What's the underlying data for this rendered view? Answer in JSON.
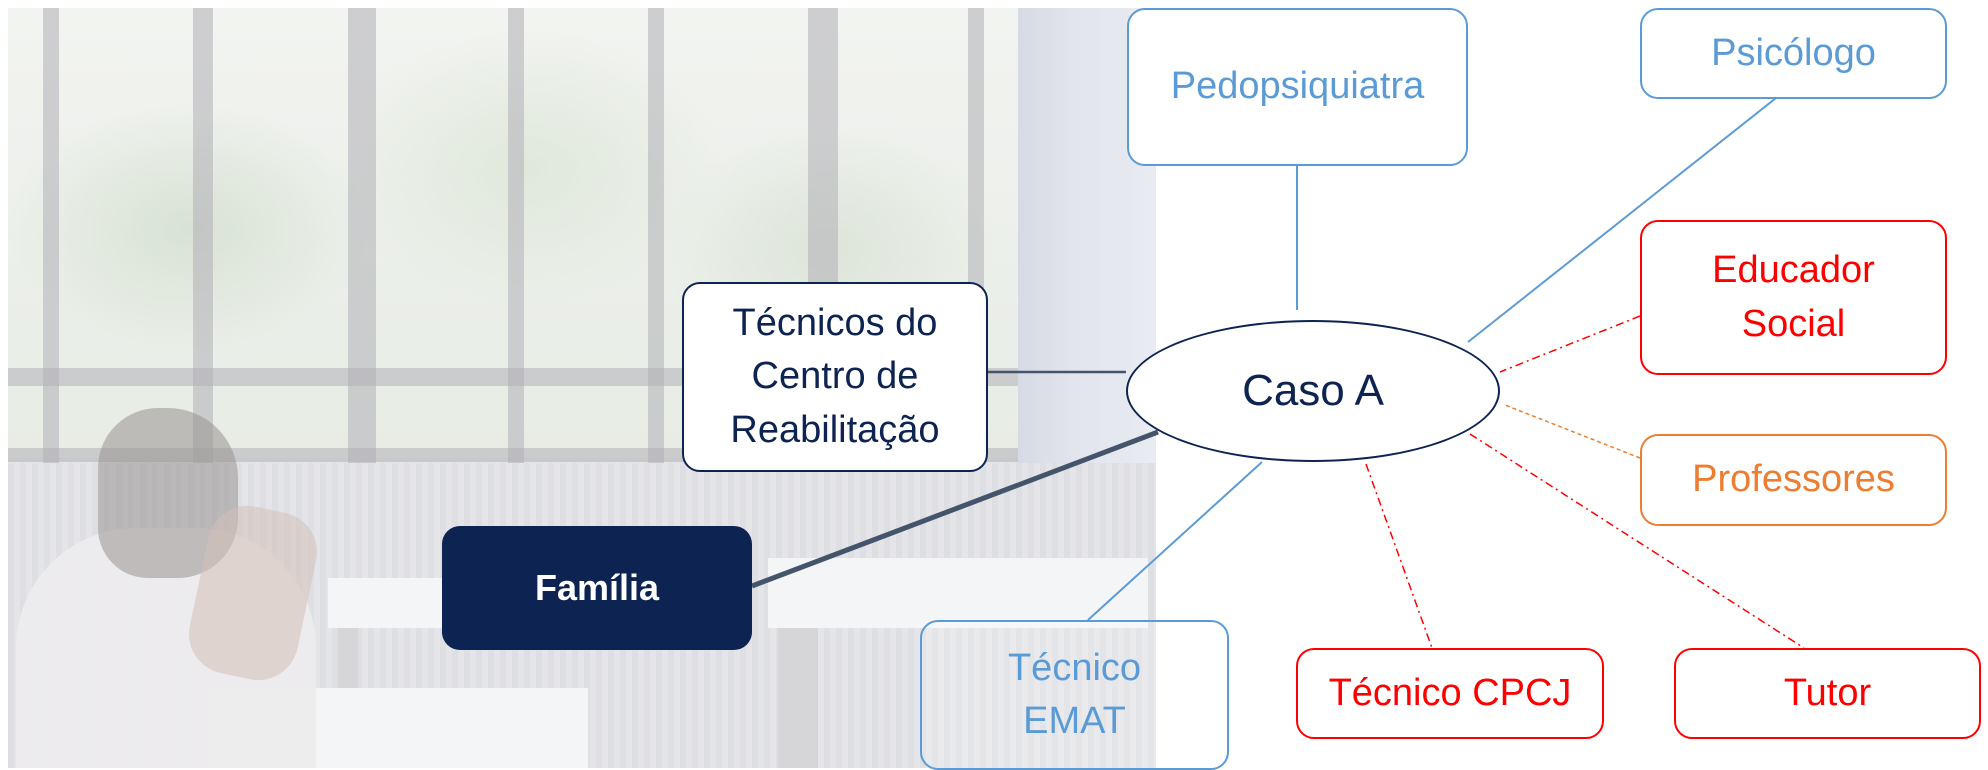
{
  "diagram": {
    "center": {
      "label": "Caso A"
    },
    "nodes": {
      "pedopsiquiatra": "Pedopsiquiatra",
      "psicologo": "Psicólogo",
      "tecnicos_centro": "Técnicos do\nCentro de\nReabilitação",
      "educador_social": "Educador\nSocial",
      "professores": "Professores",
      "familia": "Família",
      "tecnico_emat": "Técnico\nEMAT",
      "tecnico_cpcj": "Técnico CPCJ",
      "tutor": "Tutor"
    }
  },
  "colors": {
    "blue": "#5b9bd5",
    "navy": "#0d2352",
    "red": "#ff0000",
    "orange": "#ed7d31",
    "connector_dark": "#44546a"
  }
}
